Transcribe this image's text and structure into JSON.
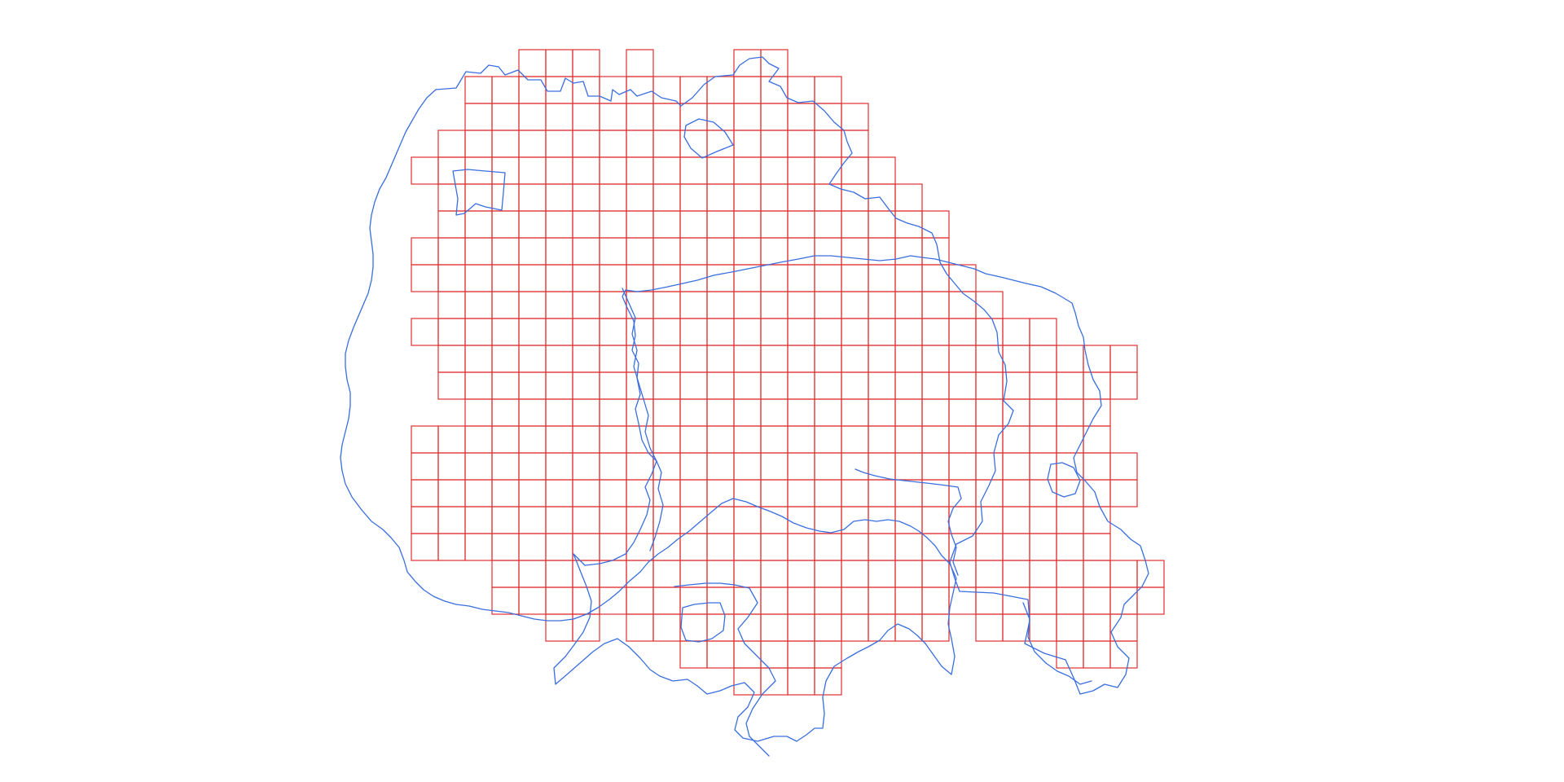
{
  "map": {
    "style": {
      "grid_color": "#e03030",
      "boundary_color": "#3a6ee0",
      "background": "#ffffff"
    },
    "grid_rows": [
      {
        "row": 0,
        "cols": [
          [
            4,
            6
          ],
          [
            8,
            8
          ],
          [
            12,
            13
          ]
        ]
      },
      {
        "row": 1,
        "cols": [
          [
            2,
            15
          ]
        ]
      },
      {
        "row": 2,
        "cols": [
          [
            2,
            16
          ]
        ]
      },
      {
        "row": 3,
        "cols": [
          [
            1,
            16
          ]
        ]
      },
      {
        "row": 4,
        "cols": [
          [
            0,
            17
          ]
        ]
      },
      {
        "row": 5,
        "cols": [
          [
            1,
            18
          ]
        ]
      },
      {
        "row": 6,
        "cols": [
          [
            1,
            19
          ]
        ]
      },
      {
        "row": 7,
        "cols": [
          [
            0,
            19
          ]
        ]
      },
      {
        "row": 8,
        "cols": [
          [
            0,
            20
          ]
        ]
      },
      {
        "row": 9,
        "cols": [
          [
            1,
            21
          ]
        ]
      },
      {
        "row": 10,
        "cols": [
          [
            0,
            23
          ]
        ]
      },
      {
        "row": 11,
        "cols": [
          [
            1,
            26
          ]
        ]
      },
      {
        "row": 12,
        "cols": [
          [
            1,
            26
          ]
        ]
      },
      {
        "row": 13,
        "cols": [
          [
            2,
            25
          ]
        ]
      },
      {
        "row": 14,
        "cols": [
          [
            0,
            25
          ]
        ]
      },
      {
        "row": 15,
        "cols": [
          [
            0,
            26
          ]
        ]
      },
      {
        "row": 16,
        "cols": [
          [
            0,
            26
          ]
        ]
      },
      {
        "row": 17,
        "cols": [
          [
            0,
            25
          ]
        ]
      },
      {
        "row": 18,
        "cols": [
          [
            0,
            25
          ]
        ]
      },
      {
        "row": 19,
        "cols": [
          [
            3,
            27
          ]
        ]
      },
      {
        "row": 20,
        "cols": [
          [
            3,
            27
          ]
        ]
      },
      {
        "row": 21,
        "cols": [
          [
            5,
            6
          ],
          [
            8,
            19
          ],
          [
            21,
            26
          ]
        ]
      },
      {
        "row": 22,
        "cols": [
          [
            10,
            15
          ],
          [
            24,
            26
          ]
        ]
      },
      {
        "row": 23,
        "cols": [
          [
            12,
            15
          ]
        ]
      }
    ]
  }
}
